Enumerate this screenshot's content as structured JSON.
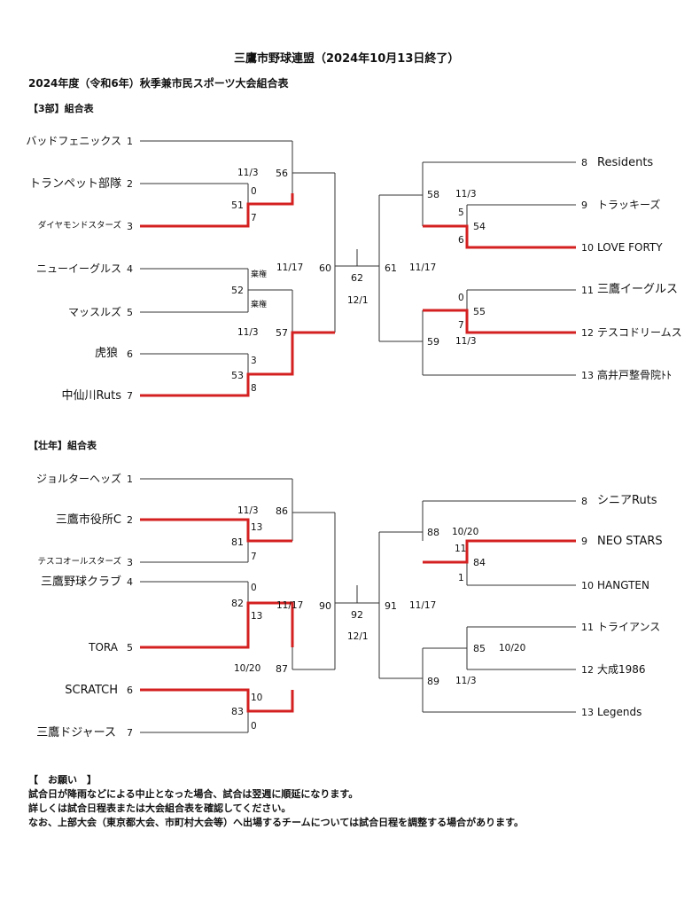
{
  "header": {
    "title": "三鷹市野球連盟（2024年10月13日終了）",
    "subtitle": "2024年度（令和6年）秋季兼市民スポーツ大会組合表"
  },
  "bracket1": {
    "section_label": "【3部】組合表",
    "teams": [
      {
        "seed": "1",
        "name": "バッドフェニックス"
      },
      {
        "seed": "2",
        "name": "トランペット部隊"
      },
      {
        "seed": "3",
        "name": "ダイヤモンドスターズ"
      },
      {
        "seed": "4",
        "name": "ニューイーグルス"
      },
      {
        "seed": "5",
        "name": "マッスルズ"
      },
      {
        "seed": "6",
        "name": "虎狼"
      },
      {
        "seed": "7",
        "name": "中仙川Ruts"
      },
      {
        "seed": "8",
        "name": "Residents"
      },
      {
        "seed": "9",
        "name": "トラッキーズ"
      },
      {
        "seed": "10",
        "name": "LOVE FORTY"
      },
      {
        "seed": "11",
        "name": "三鷹イーグルス"
      },
      {
        "seed": "12",
        "name": "テスコドリームス"
      },
      {
        "seed": "13",
        "name": "高井戸整骨院ﾄﾄ"
      }
    ],
    "games": {
      "g51": "51",
      "g52": "52",
      "g53": "53",
      "g54": "54",
      "g55": "55",
      "g56": "56",
      "g57": "57",
      "g58": "58",
      "g59": "59",
      "g60": "60",
      "g61": "61",
      "g62": "62"
    },
    "dates": {
      "d56": "11/3",
      "d57": "11/3",
      "d58": "11/3",
      "d59": "11/3",
      "d60": "11/17",
      "d61": "11/17",
      "d62": "12/1"
    },
    "scores": {
      "s2": "0",
      "s3": "7",
      "s4": "棄権",
      "s5": "棄権",
      "s6": "3",
      "s7": "8",
      "s9": "5",
      "s10": "6",
      "s11": "0",
      "s12": "7"
    }
  },
  "bracket2": {
    "section_label": "【壮年】組合表",
    "teams": [
      {
        "seed": "1",
        "name": "ジョルターヘッズ"
      },
      {
        "seed": "2",
        "name": "三鷹市役所C"
      },
      {
        "seed": "3",
        "name": "テスコオールスターズ"
      },
      {
        "seed": "4",
        "name": "三鷹野球クラブ"
      },
      {
        "seed": "5",
        "name": "TORA"
      },
      {
        "seed": "6",
        "name": "SCRATCH"
      },
      {
        "seed": "7",
        "name": "三鷹ドジャース"
      },
      {
        "seed": "8",
        "name": "シニアRuts"
      },
      {
        "seed": "9",
        "name": "NEO STARS"
      },
      {
        "seed": "10",
        "name": "HANGTEN"
      },
      {
        "seed": "11",
        "name": "トライアンス"
      },
      {
        "seed": "12",
        "name": "大成1986"
      },
      {
        "seed": "13",
        "name": "Legends"
      }
    ],
    "games": {
      "g81": "81",
      "g82": "82",
      "g83": "83",
      "g84": "84",
      "g85": "85",
      "g86": "86",
      "g87": "87",
      "g88": "88",
      "g89": "89",
      "g90": "90",
      "g91": "91",
      "g92": "92"
    },
    "dates": {
      "d86": "11/3",
      "d87": "10/20",
      "d88": "10/20",
      "d85": "10/20",
      "d89": "11/3",
      "d90": "11/17",
      "d91": "11/17",
      "d92": "12/1"
    },
    "scores": {
      "s2": "13",
      "s3": "7",
      "s4": "0",
      "s5": "13",
      "s6": "10",
      "s7": "0",
      "s9": "11",
      "s10": "1"
    }
  },
  "notes": {
    "heading": "【　お願い　】",
    "line1": "試合日が降雨などによる中止となった場合、試合は翌週に順延になります。",
    "line2": "詳しくは試合日程表または大会組合表を確認してください。",
    "line3": "なお、上部大会（東京都大会、市町村大会等）へ出場するチームについては試合日程を調整する場合があります。"
  },
  "colors": {
    "line": "#333333",
    "winner": "#d42020"
  }
}
